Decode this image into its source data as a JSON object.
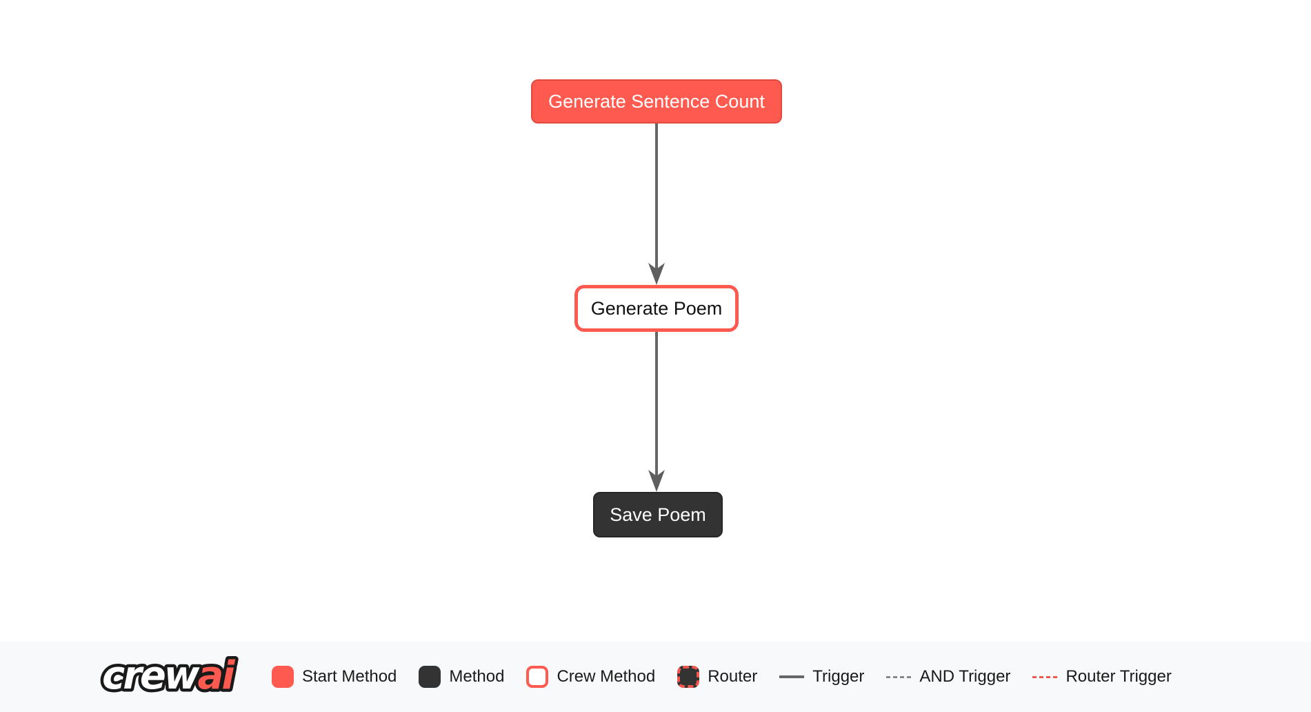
{
  "colors": {
    "accent_red": "#FF5A50",
    "accent_red_border": "#E04B41",
    "router_red": "#F2574D",
    "dark_node": "#333333",
    "arrow_gray": "#666666",
    "legend_background": "#F8F9FA",
    "legend_text": "#1A1A1A",
    "node_text_light": "#FFFFFF",
    "node_text_dark": "#111111"
  },
  "flow": {
    "nodes": [
      {
        "id": "generate_sentence_count",
        "label": "Generate Sentence Count",
        "type": "start-method"
      },
      {
        "id": "generate_poem",
        "label": "Generate Poem",
        "type": "crew-method"
      },
      {
        "id": "save_poem",
        "label": "Save Poem",
        "type": "method"
      }
    ],
    "edges": [
      {
        "from": "generate_sentence_count",
        "to": "generate_poem",
        "type": "trigger"
      },
      {
        "from": "generate_poem",
        "to": "save_poem",
        "type": "trigger"
      }
    ]
  },
  "legend": {
    "logo": {
      "part1": "crew",
      "part2": "ai"
    },
    "items": [
      {
        "label": "Start Method",
        "swatch": "start-method-swatch"
      },
      {
        "label": "Method",
        "swatch": "method-swatch"
      },
      {
        "label": "Crew Method",
        "swatch": "crew-method-swatch"
      },
      {
        "label": "Router",
        "swatch": "router-swatch"
      },
      {
        "label": "Trigger",
        "swatch": "trigger-line-swatch"
      },
      {
        "label": "AND Trigger",
        "swatch": "and-trigger-line-swatch"
      },
      {
        "label": "Router Trigger",
        "swatch": "router-trigger-line-swatch"
      }
    ]
  }
}
